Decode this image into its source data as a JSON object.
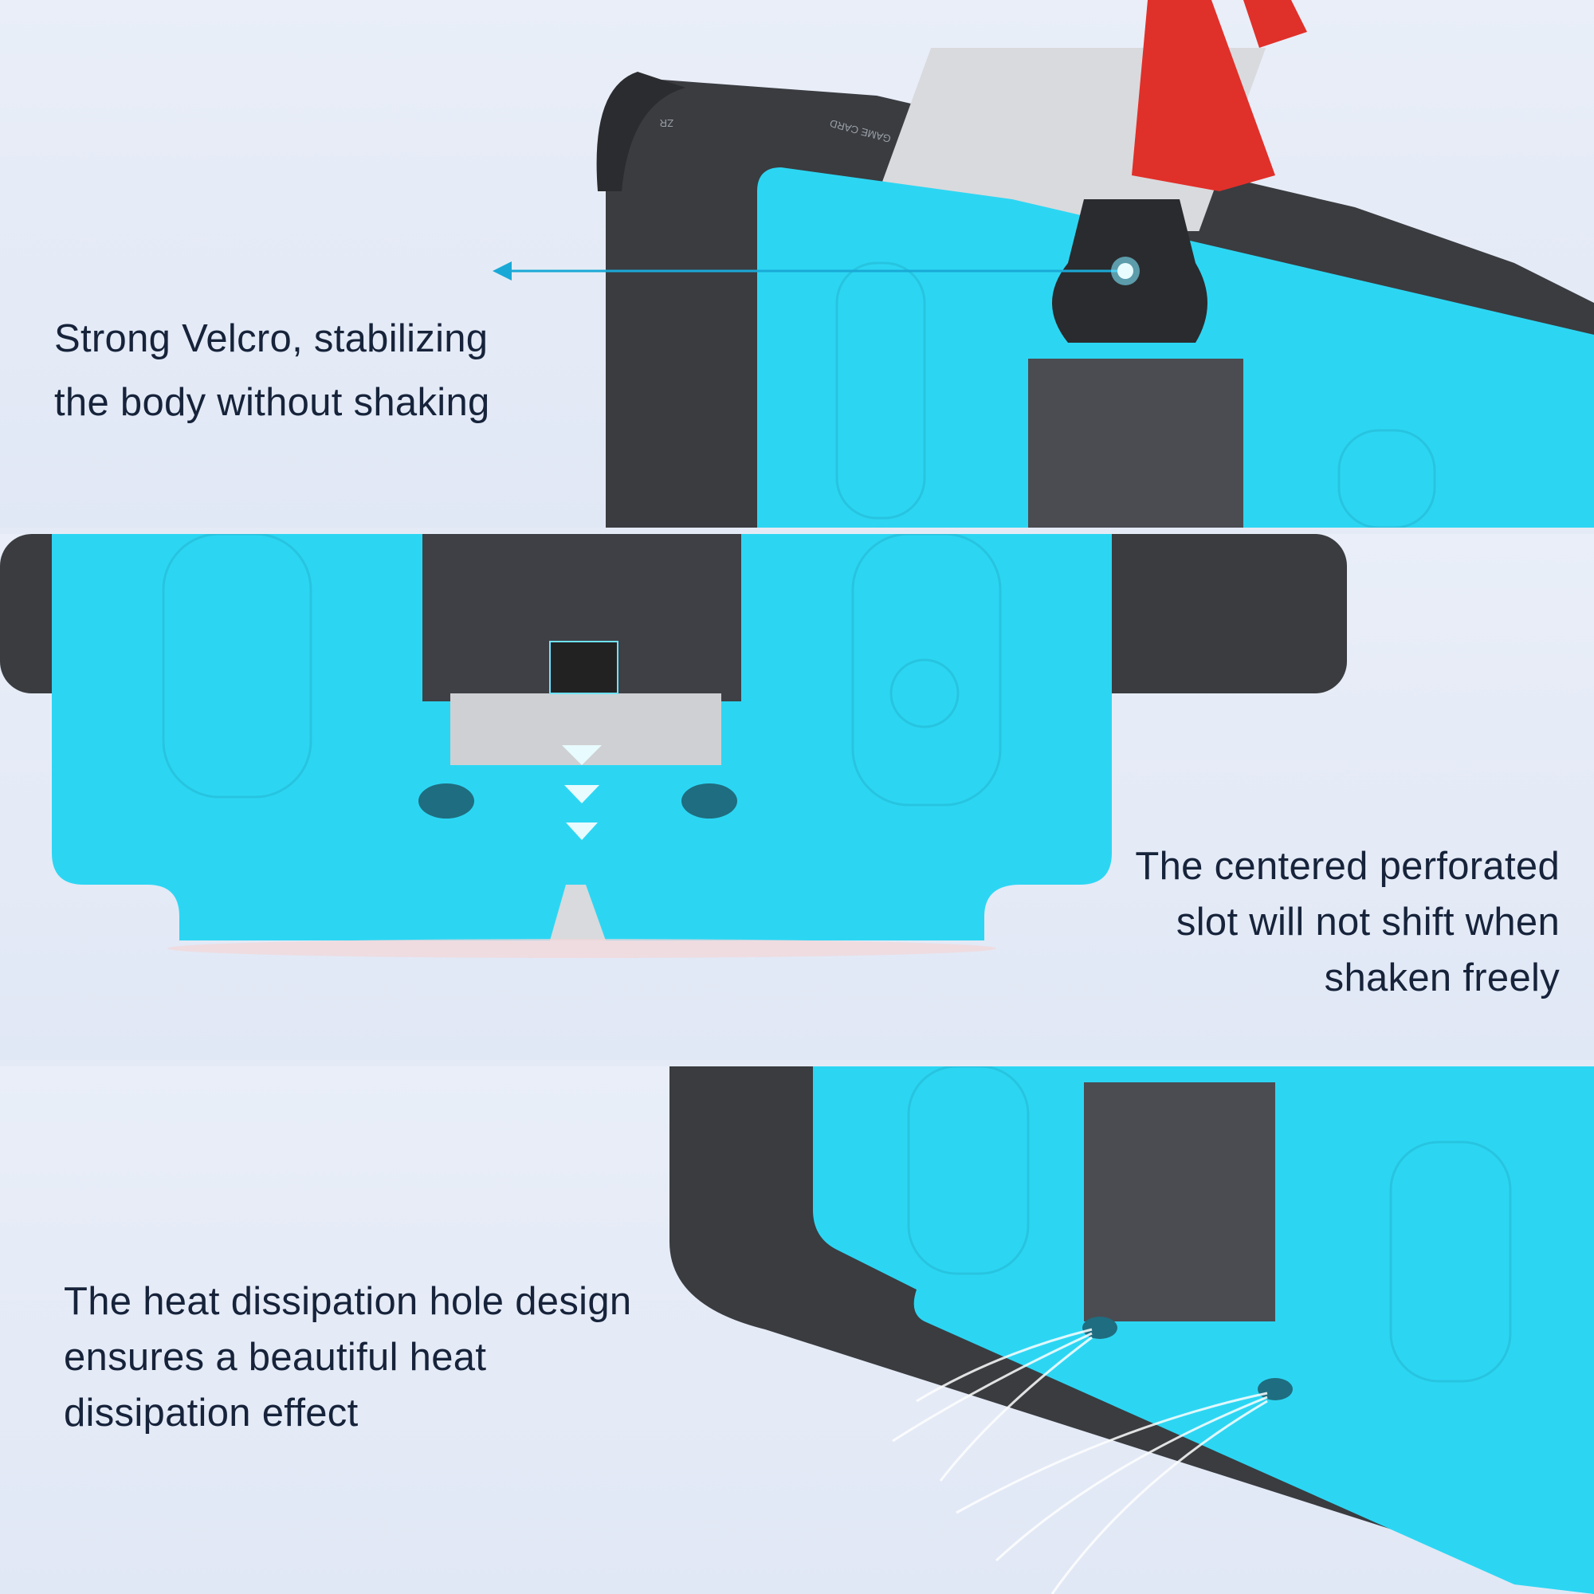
{
  "features": [
    {
      "id": "velcro",
      "lines": [
        "Strong Velcro, stabilizing",
        "the body without shaking"
      ]
    },
    {
      "id": "slot",
      "lines": [
        "The centered perforated",
        "slot will not shift when",
        "shaken freely"
      ]
    },
    {
      "id": "heat",
      "lines": [
        "The heat dissipation hole design",
        "ensures a beautiful heat",
        "dissipation effect"
      ]
    }
  ],
  "device_labels": {
    "shoulder": "ZR",
    "slot": "GAME CARD"
  },
  "colors": {
    "cover": "#2cd6f3",
    "device": "#3a3c40",
    "strap": "#e0302a",
    "text": "#16233a",
    "accent": "#1aa9d6"
  }
}
